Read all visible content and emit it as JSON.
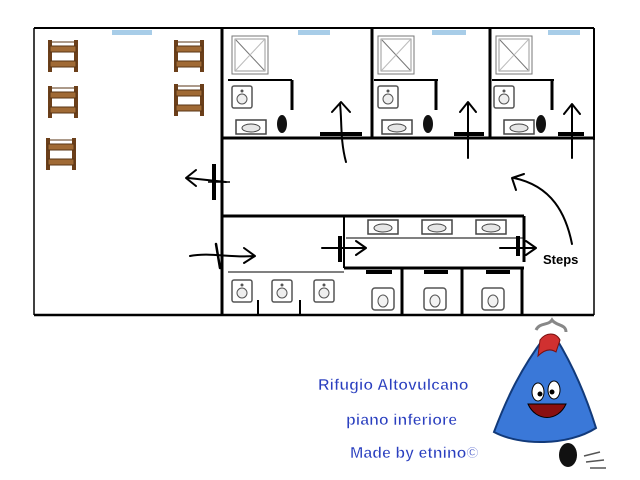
{
  "plan": {
    "steps_label": "Steps"
  },
  "credits": {
    "line1": "Rifugio Altovulcano",
    "line2": "piano inferiore",
    "line3": "Made by etnino©"
  },
  "colors": {
    "wall": "#000000",
    "window": "#a8cde8",
    "bunk_bed": "#8a5a2b",
    "credit_text": "#2a3fbf",
    "mascot_body": "#3a78d8",
    "mascot_top": "#d03030"
  },
  "icons": {
    "bunk_beds": 5,
    "bathroom_fixture": "sink-toilet-shower",
    "mascot": "volcano-character"
  }
}
